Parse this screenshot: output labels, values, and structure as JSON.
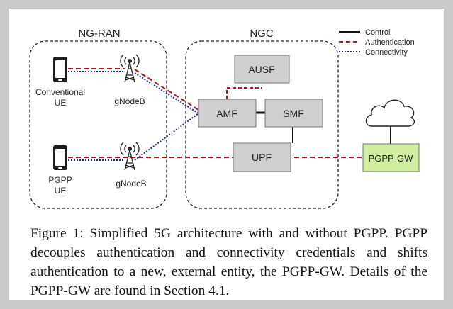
{
  "figure": {
    "regions": {
      "ran": "NG-RAN",
      "core": "NGC"
    },
    "legend": {
      "control": "Control",
      "authentication": "Authentication",
      "connectivity": "Connectivity"
    },
    "nodes": {
      "ue_top_line1": "Conventional",
      "ue_top_line2": "UE",
      "ue_bottom_line1": "PGPP",
      "ue_bottom_line2": "UE",
      "gnb_top": "gNodeB",
      "gnb_bottom": "gNodeB",
      "ausf": "AUSF",
      "amf": "AMF",
      "smf": "SMF",
      "upf": "UPF",
      "pgpp_gw": "PGPP-GW"
    },
    "colors": {
      "box": "#cfcfcf",
      "pgpp_gw": "#cfeea0",
      "authentication": "#b01515",
      "connectivity": "#1a2c9e",
      "control": "#111111"
    },
    "icons": [
      "phone-icon",
      "antenna-tower-icon",
      "cloud-icon"
    ]
  },
  "caption": "Figure 1: Simplified 5G architecture with and without PGPP. PGPP decouples authentication and connectivity credentials and shifts authentication to a new, external entity, the PGPP-GW. Details of the PGPP-GW are found in Section 4.1."
}
